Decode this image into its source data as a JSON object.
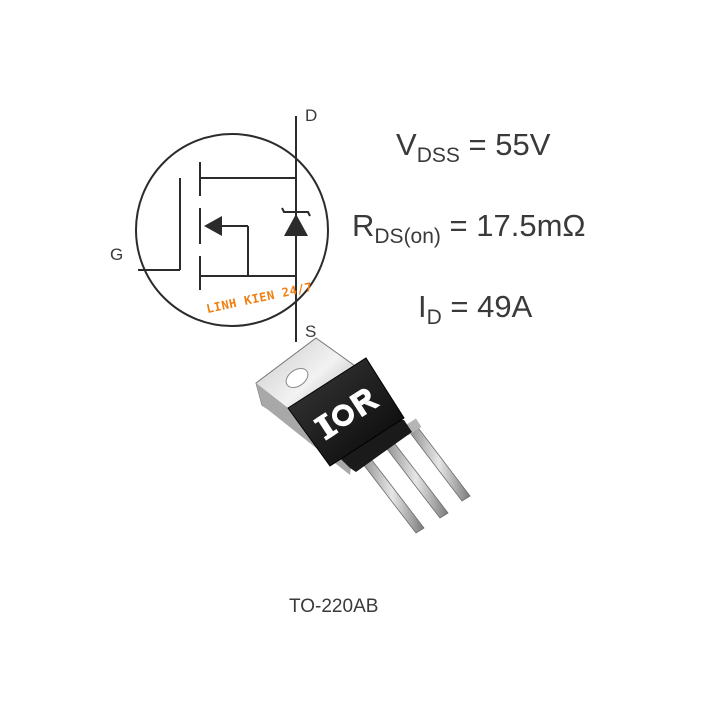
{
  "symbol": {
    "pin_drain": "D",
    "pin_gate": "G",
    "pin_source": "S"
  },
  "specs": {
    "vdss": {
      "symbol": "V",
      "subscript": "DSS",
      "value": "= 55V"
    },
    "rds": {
      "symbol": "R",
      "subscript": "DS(on)",
      "value": "= 17.5mΩ"
    },
    "id": {
      "symbol": "I",
      "subscript": "D",
      "value": "= 49A"
    }
  },
  "watermark": "LINH KIEN 24/7",
  "package": {
    "logo": "IOR",
    "name": "TO-220AB"
  }
}
